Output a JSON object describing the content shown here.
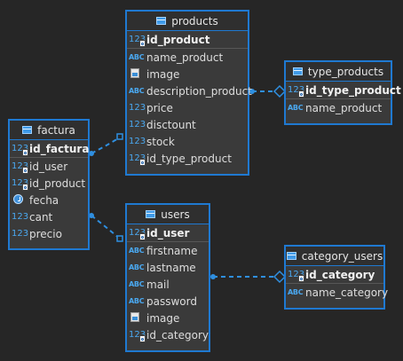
{
  "entities": {
    "products": {
      "title": "products",
      "pk": [
        {
          "name": "id_product",
          "type": "num",
          "key": true
        }
      ],
      "cols": [
        {
          "name": "name_product",
          "type": "abc",
          "key": false
        },
        {
          "name": "image",
          "type": "img",
          "key": false
        },
        {
          "name": "description_product",
          "type": "abc",
          "key": false
        },
        {
          "name": "price",
          "type": "num",
          "key": false
        },
        {
          "name": "disctount",
          "type": "num",
          "key": false
        },
        {
          "name": "stock",
          "type": "num",
          "key": false
        },
        {
          "name": "id_type_product",
          "type": "num",
          "key": true
        }
      ]
    },
    "type_products": {
      "title": "type_products",
      "pk": [
        {
          "name": "id_type_product",
          "type": "num",
          "key": true
        }
      ],
      "cols": [
        {
          "name": "name_product",
          "type": "abc",
          "key": false
        }
      ]
    },
    "factura": {
      "title": "factura",
      "pk": [
        {
          "name": "id_factura",
          "type": "num",
          "key": true
        }
      ],
      "cols": [
        {
          "name": "id_user",
          "type": "num",
          "key": true
        },
        {
          "name": "id_product",
          "type": "num",
          "key": true
        },
        {
          "name": "fecha",
          "type": "clock",
          "key": false
        },
        {
          "name": "cant",
          "type": "num",
          "key": false
        },
        {
          "name": "precio",
          "type": "num",
          "key": false
        }
      ]
    },
    "users": {
      "title": "users",
      "pk": [
        {
          "name": "id_user",
          "type": "num",
          "key": true
        }
      ],
      "cols": [
        {
          "name": "firstname",
          "type": "abc",
          "key": false
        },
        {
          "name": "lastname",
          "type": "abc",
          "key": false
        },
        {
          "name": "mail",
          "type": "abc",
          "key": false
        },
        {
          "name": "password",
          "type": "abc",
          "key": false
        },
        {
          "name": "image",
          "type": "img",
          "key": false
        },
        {
          "name": "id_category",
          "type": "num",
          "key": true
        }
      ]
    },
    "category_users": {
      "title": "category_users",
      "pk": [
        {
          "name": "id_category",
          "type": "num",
          "key": true
        }
      ],
      "cols": [
        {
          "name": "name_category",
          "type": "abc",
          "key": false
        }
      ]
    }
  },
  "type_glyphs": {
    "num": "123",
    "abc": "ABC"
  },
  "colors": {
    "background": "#262626",
    "entity_fill": "#3a3a3a",
    "entity_border": "#1f79d1",
    "link": "#2f8fe0"
  },
  "relations": [
    {
      "from": "products",
      "to": "type_products"
    },
    {
      "from": "factura",
      "to": "products"
    },
    {
      "from": "factura",
      "to": "users"
    },
    {
      "from": "users",
      "to": "category_users"
    }
  ]
}
